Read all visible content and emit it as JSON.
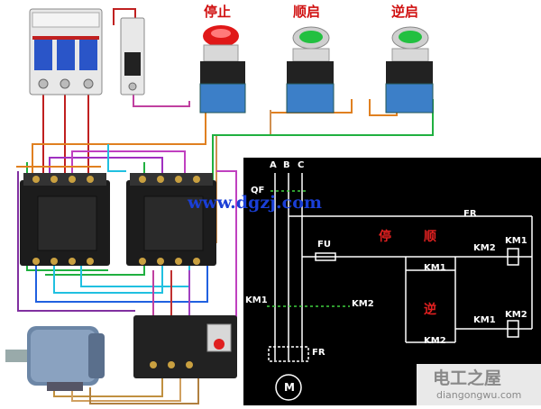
{
  "buttons": {
    "stop_label": "停止",
    "forward_label": "顺启",
    "reverse_label": "逆启"
  },
  "watermark": "www.dgzj.com",
  "logo": {
    "name": "电工之屋",
    "url": "diangongwu.com"
  },
  "schematic": {
    "phases": [
      "A",
      "B",
      "C"
    ],
    "breaker": "QF",
    "fuse": "FU",
    "stop": "停",
    "forward": "顺",
    "reverse": "逆",
    "relay": "FR",
    "relay_contact": "FR",
    "km1": "KM1",
    "km2": "KM2",
    "km1_holding": "KM1",
    "km2_holding": "KM2",
    "km2_interlock": "KM2",
    "km1_coil": "KM1",
    "km1_interlock": "KM1",
    "km2_coil": "KM2",
    "motor": "M",
    "relay_main": "FR"
  },
  "colors": {
    "stop_button": "#e01818",
    "start_button": "#22c040",
    "contactor": "#1c1c1c",
    "schematic_bg": "#000000"
  }
}
